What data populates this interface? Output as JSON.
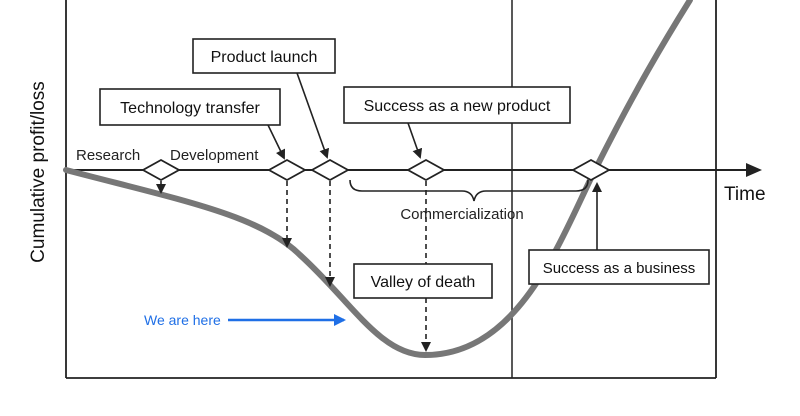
{
  "axes": {
    "y_label": "Cumulative profit/loss",
    "x_label": "Time"
  },
  "phases": {
    "research": "Research",
    "development": "Development",
    "commercialization": "Commercialization"
  },
  "callouts": {
    "technology_transfer": "Technology transfer",
    "product_launch": "Product launch",
    "success_new_product": "Success as a new product",
    "valley_of_death": "Valley of death",
    "success_business": "Success as a business"
  },
  "annotation": {
    "text": "We are here",
    "color": "#1f6fe6"
  },
  "colors": {
    "curve": "#777777",
    "line": "#222222"
  }
}
